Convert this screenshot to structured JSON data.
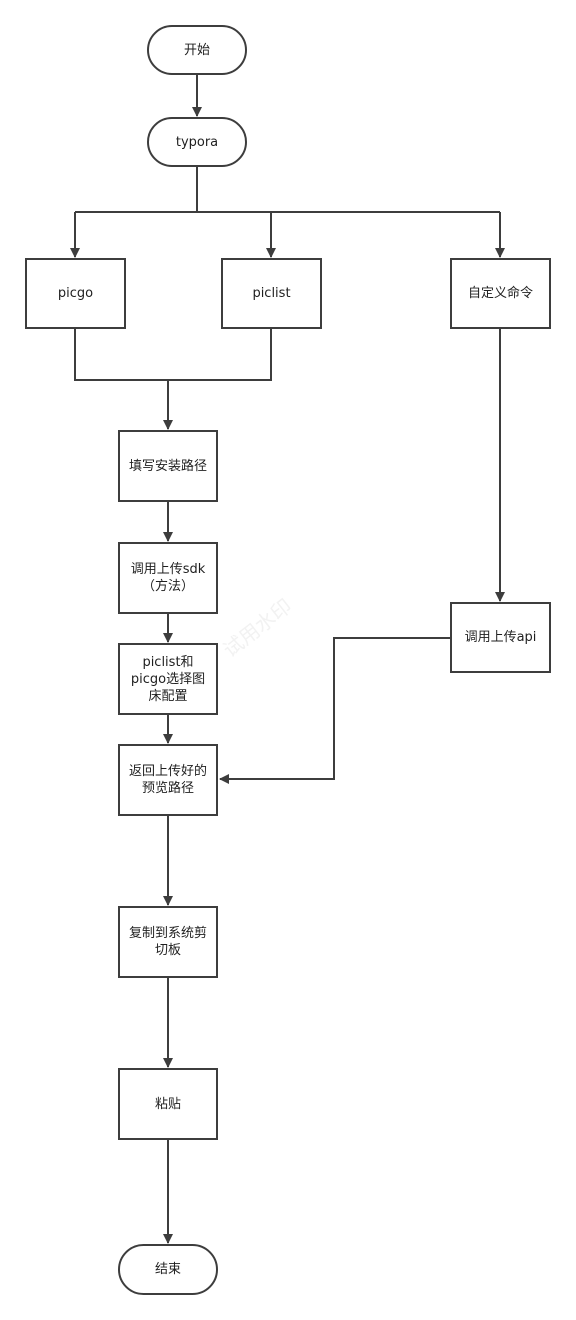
{
  "nodes": {
    "start": "开始",
    "typora": "typora",
    "picgo": "picgo",
    "piclist": "piclist",
    "custom_command": "自定义命令",
    "fill_install_path": "填写安装路径",
    "call_upload_sdk": "调用上传sdk\n（方法）",
    "call_upload_api": "调用上传api",
    "choose_image_host": "piclist和\npicgo选择图\n床配置",
    "return_preview_path": "返回上传好的\n预览路径",
    "copy_clipboard": "复制到系统剪\n切板",
    "paste": "粘贴",
    "end": "结束"
  },
  "watermark": "试用水印",
  "colors": {
    "stroke": "#3d3d3d",
    "text": "#1f1f1f",
    "background": "#ffffff"
  }
}
